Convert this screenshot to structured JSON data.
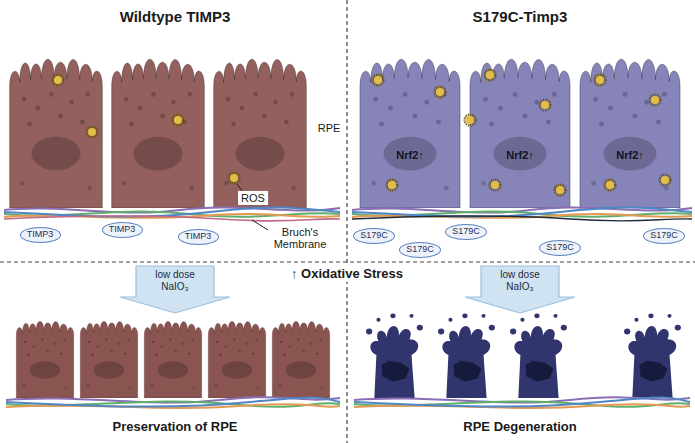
{
  "diagram": {
    "nodes": [
      {
        "text": [
          "TIMP3"
        ]
      },
      {
        "text": [
          "TIMP3"
        ]
      },
      {
        "text": [
          "TIMP3"
        ]
      },
      {
        "text": [
          "S179C"
        ]
      },
      {
        "text": [
          "S179C"
        ]
      },
      {
        "text": [
          "S179C"
        ]
      },
      {
        "text": [
          "S179C"
        ]
      },
      {
        "text": [
          "S179C"
        ]
      },
      {
        "text": [
          "low dose NaIO₃"
        ]
      },
      {
        "text": [
          "low dose NaIO₃"
        ]
      }
    ],
    "labels": [
      "Wildtype TIMP3",
      "S179C-Timp3",
      "RPE",
      "ROS",
      "Bruch's Membrane",
      "Nrf2↑",
      "Nrf2↑",
      "Nrf2↑",
      "↑ Oxidative Stress",
      "Preservation of RPE",
      "RPE Degeneration"
    ]
  }
}
